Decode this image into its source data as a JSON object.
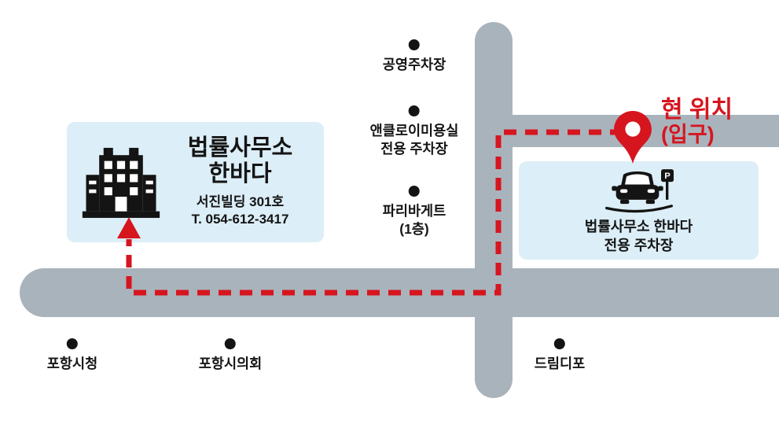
{
  "colors": {
    "road": "#a9b3bc",
    "highlight_box": "#dceef7",
    "route_red": "#d6151f",
    "ink": "#141414"
  },
  "office": {
    "title": "법률사무소\n한바다",
    "address": "서진빌딩 301호",
    "phone": "T. 054-612-3417"
  },
  "current_location": {
    "title": "현 위치",
    "subtitle": "(입구)"
  },
  "parking": {
    "label": "법률사무소 한바다\n전용 주차장",
    "sign_letter": "P"
  },
  "landmarks": [
    {
      "label": "공영주차장"
    },
    {
      "label": "앤클로이미용실\n전용 주차장"
    },
    {
      "label": "파리바게트\n(1층)"
    },
    {
      "label": "포항시청"
    },
    {
      "label": "포항시의회"
    },
    {
      "label": "드림디포"
    }
  ]
}
